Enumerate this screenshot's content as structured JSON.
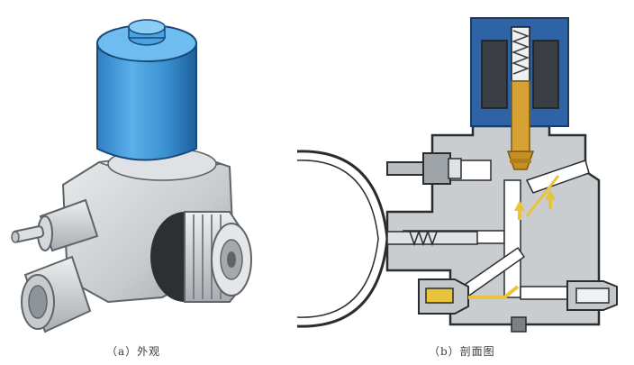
{
  "captions": {
    "a": "（a）外观",
    "b": "（b）剖面图"
  },
  "colors": {
    "coil_blue": "#3a8fd0",
    "coil_blue_dark": "#1f5f9c",
    "body_gray": "#cfd2d4",
    "cutaway_fill": "#c9cdd0",
    "plunger_gold": "#d7a233",
    "flow_yellow": "#e9c43b",
    "passage_white": "#ffffff"
  },
  "icons": {
    "valve_exterior": "solenoid-valve-exterior-illustration",
    "valve_section": "solenoid-valve-cross-section-illustration",
    "flow_arrow": "up-arrow"
  }
}
